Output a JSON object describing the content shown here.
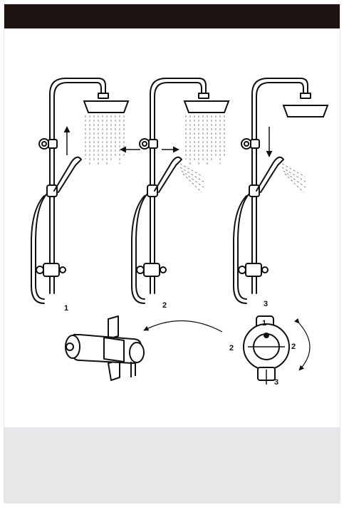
{
  "colors": {
    "header_bar": "#1e1513",
    "footer_band": "#e7e7e9",
    "line": "#111111",
    "water": "#8a8a8a"
  },
  "figure": {
    "step_labels": [
      "1",
      "2",
      "3"
    ],
    "dial_labels": {
      "top": "1",
      "left": "2",
      "right": "2",
      "bottom": "3"
    }
  }
}
